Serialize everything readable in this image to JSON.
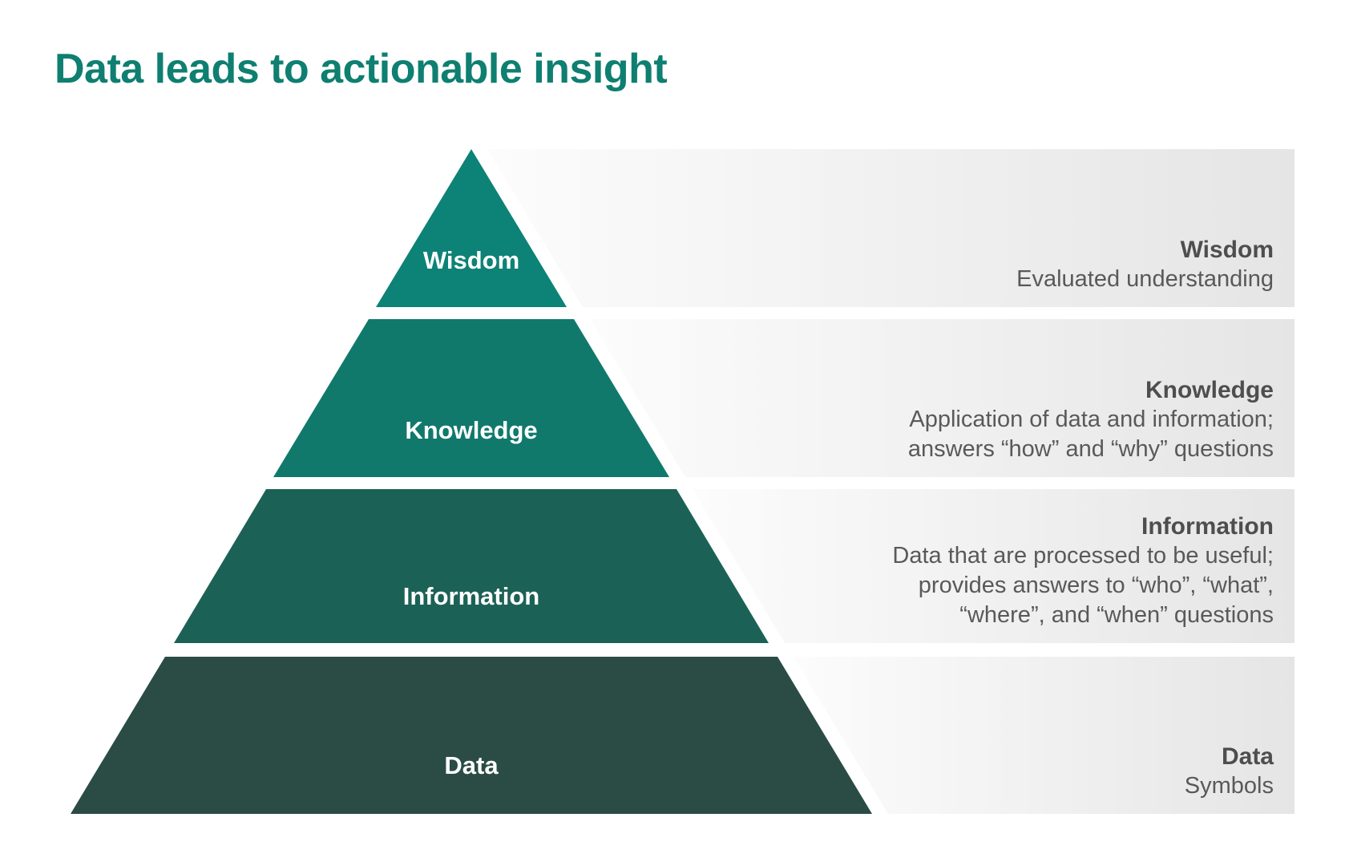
{
  "title": "Data leads to actionable insight",
  "accent_color": "#0e7f70",
  "band_gradient": [
    "#fcfcfc",
    "#e5e5e5"
  ],
  "text_colors": {
    "heading": "#4e4e4e",
    "body": "#595959",
    "tier_label": "#ffffff"
  },
  "pyramid": {
    "levels": [
      {
        "label": "Wisdom",
        "color": "#0d8276"
      },
      {
        "label": "Knowledge",
        "color": "#10796c"
      },
      {
        "label": "Information",
        "color": "#1c6156"
      },
      {
        "label": "Data",
        "color": "#2a4c45"
      }
    ]
  },
  "descriptions": [
    {
      "heading": "Wisdom",
      "lines": [
        "Evaluated understanding"
      ]
    },
    {
      "heading": "Knowledge",
      "lines": [
        "Application of data and information;",
        "answers “how” and “why” questions"
      ]
    },
    {
      "heading": "Information",
      "lines": [
        "Data that are processed to be useful;",
        "provides answers to “who”, “what”,",
        "“where”, and “when” questions"
      ]
    },
    {
      "heading": "Data",
      "lines": [
        "Symbols"
      ]
    }
  ]
}
